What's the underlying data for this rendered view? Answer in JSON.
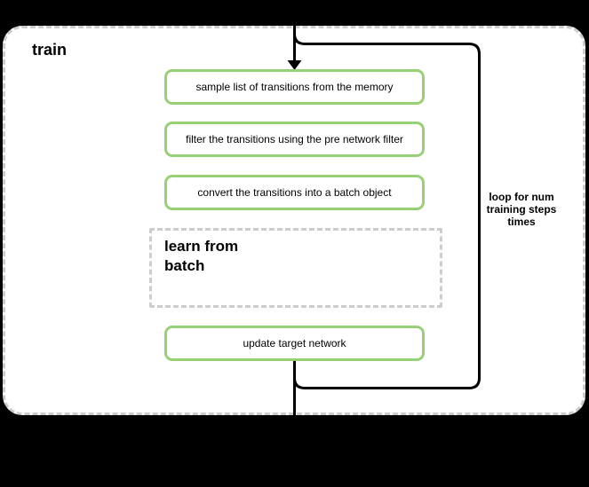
{
  "diagram": {
    "title": "train",
    "steps": [
      "sample list of transitions from the memory",
      "filter the transitions using the pre network filter",
      "convert the transitions into a batch object"
    ],
    "learn_block_label": "learn from\nbatch",
    "final_step": "update target network",
    "loop_annotation": "loop for num\ntraining steps\ntimes",
    "colors": {
      "step_border": "#97d077",
      "dashed_border": "#cccccc",
      "connector": "#000000",
      "canvas": "#000000",
      "container_fill": "#ffffff"
    }
  }
}
